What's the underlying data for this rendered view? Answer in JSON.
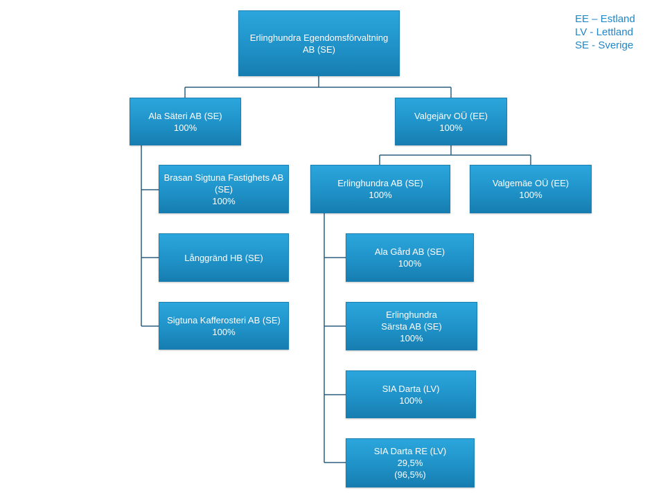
{
  "legend": [
    {
      "text": "EE – Estland"
    },
    {
      "text": "LV  - Lettland"
    },
    {
      "text": "SE - Sverige"
    }
  ],
  "nodes": {
    "root": {
      "line1": "Erlinghundra Egendomsförvaltning",
      "line2": "AB (SE)"
    },
    "ala_sateri": {
      "line1": "Ala Säteri AB (SE)",
      "line2": "100%"
    },
    "valgejarv": {
      "line1": "Valgejärv OÜ (EE)",
      "line2": "100%"
    },
    "brasan": {
      "line1": "Brasan Sigtuna Fastighets AB",
      "line2": "(SE)",
      "line3": "100%"
    },
    "langgrand": {
      "line1": "Långgränd HB (SE)"
    },
    "kafferosteri": {
      "line1": "Sigtuna Kafferosteri AB  (SE)",
      "line2": "100%"
    },
    "erlinghundra_ab": {
      "line1": "Erlinghundra AB (SE)",
      "line2": "100%"
    },
    "valgemae": {
      "line1": "Valgemäe OÜ (EE)",
      "line2": "100%"
    },
    "ala_gard": {
      "line1": "Ala Gård AB (SE)",
      "line2": "100%"
    },
    "sarsta": {
      "line1": "Erlinghundra",
      "line2": "Särsta AB (SE)",
      "line3": "100%"
    },
    "sia_darta": {
      "line1": "SIA Darta (LV)",
      "line2": "100%"
    },
    "sia_darta_re": {
      "line1": "SIA Darta RE (LV)",
      "line2": "29,5%",
      "line3": "(96,5%)"
    }
  }
}
